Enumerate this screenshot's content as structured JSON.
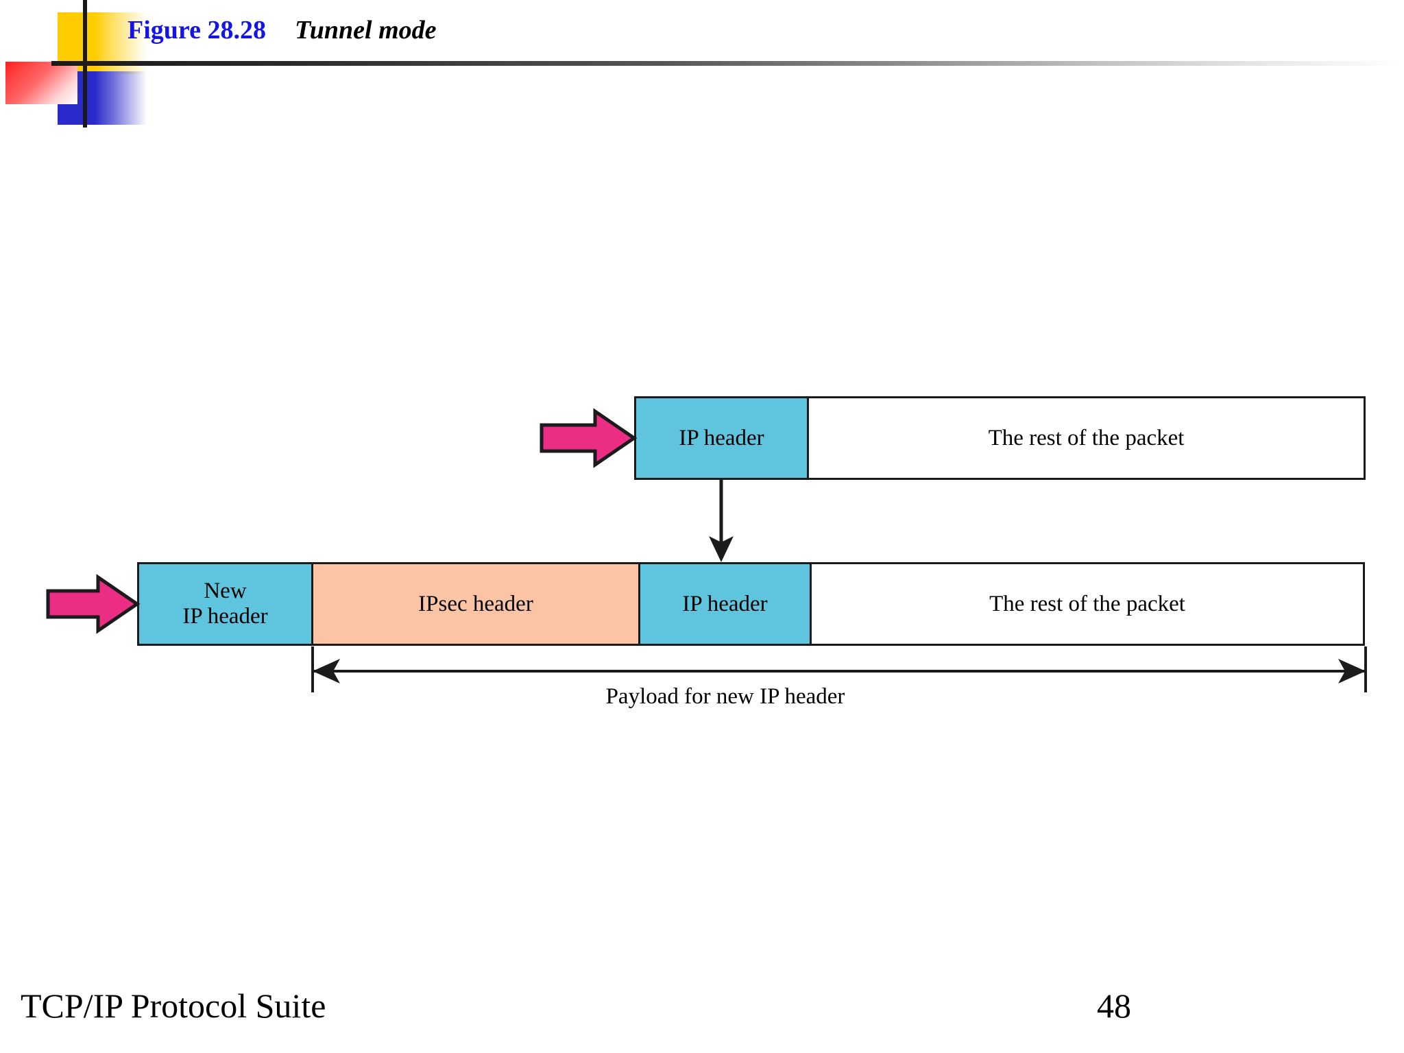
{
  "header": {
    "figure_number": "Figure 28.28",
    "figure_name": "Tunnel mode",
    "figure_number_color": "#1414E6",
    "figure_name_color": "#000000"
  },
  "diagram": {
    "top_packet": {
      "cells": [
        {
          "label": "IP header",
          "fill": "#5FC5DE"
        },
        {
          "label": "The rest of the packet",
          "fill": "#FFFFFF"
        }
      ]
    },
    "bottom_packet": {
      "cells": [
        {
          "label": "New\nIP header",
          "fill": "#5FC5DE"
        },
        {
          "label": "IPsec header",
          "fill": "#FBC4A4"
        },
        {
          "label": "IP header",
          "fill": "#5FC5DE"
        },
        {
          "label": "The rest of the packet",
          "fill": "#FFFFFF"
        }
      ]
    },
    "dimension_label": "Payload for new IP header",
    "arrow_color": "#EC2D84",
    "arrow_outline_color": "#1b1b1b",
    "connector_color": "#1b1b1b",
    "border_color": "#1b1b1b"
  },
  "footer": {
    "book_title": "TCP/IP Protocol Suite",
    "page_number": "48"
  }
}
